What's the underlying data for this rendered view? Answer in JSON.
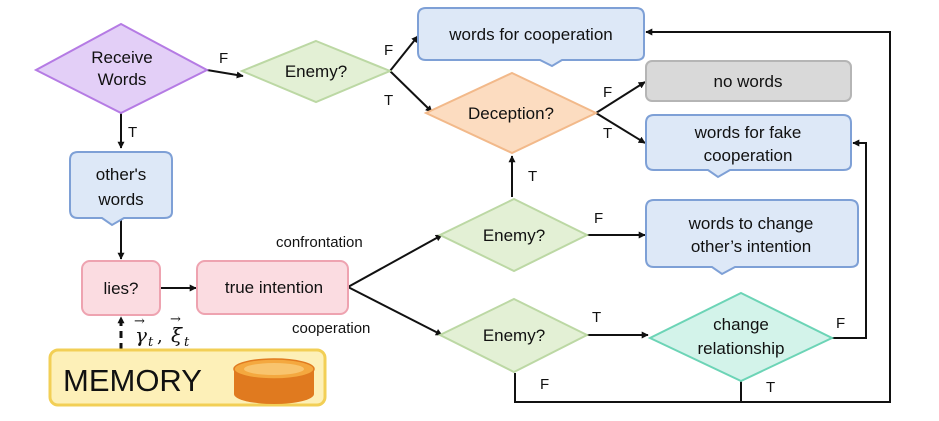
{
  "nodes": {
    "receive": [
      "Receive",
      "Words"
    ],
    "enemy_top": [
      "Enemy?"
    ],
    "coop_words": [
      "words for cooperation"
    ],
    "deception": [
      "Deception?"
    ],
    "no_words": [
      "no words"
    ],
    "fake_coop": [
      "words for fake",
      "cooperation"
    ],
    "others_words": [
      "other's",
      "words"
    ],
    "lies": [
      "lies?"
    ],
    "true_intention": [
      "true  intention"
    ],
    "enemy_mid": [
      "Enemy?"
    ],
    "change_intention": [
      "words to change",
      "other’s intention"
    ],
    "enemy_bot": [
      "Enemy?"
    ],
    "change_rel": [
      "change",
      "relationship"
    ],
    "memory": [
      "MEMORY"
    ]
  },
  "edge_labels": {
    "receive_to_enemy": "F",
    "receive_to_others": "T",
    "enemy_to_coop": "F",
    "enemy_to_deception": "T",
    "deception_to_no": "F",
    "deception_to_fake": "T",
    "enemy_mid_to_deception": "T",
    "enemy_mid_to_change": "F",
    "confrontation": "confrontation",
    "cooperation": "cooperation",
    "enemy_bot_to_change_rel": "T",
    "enemy_bot_loop": "F",
    "change_rel_to_fake": "F",
    "change_rel_loop": "T"
  },
  "memory_symbols": {
    "gamma": "γ",
    "xi": "ξ",
    "subscript": "t",
    "vec": "→",
    "comma": ","
  },
  "colors": {
    "purple_fill": "#e3cff7",
    "purple_stroke": "#b57be4",
    "green_fill": "#e3f0d5",
    "green_stroke": "#bcd8a4",
    "blue_fill": "#dde8f7",
    "blue_stroke": "#7ea0d6",
    "orange_fill": "#fcdcc0",
    "orange_stroke": "#f2b98a",
    "gray_fill": "#d9d9d9",
    "gray_stroke": "#b5b5b5",
    "pink_fill": "#fbdce1",
    "pink_stroke": "#eea3b0",
    "teal_fill": "#d3f3ea",
    "teal_stroke": "#6cd4b6",
    "memory_fill": "#fdf0b8",
    "memory_stroke": "#f2cf56",
    "db_top": "#f4a83f",
    "db_side": "#e07a1f"
  }
}
